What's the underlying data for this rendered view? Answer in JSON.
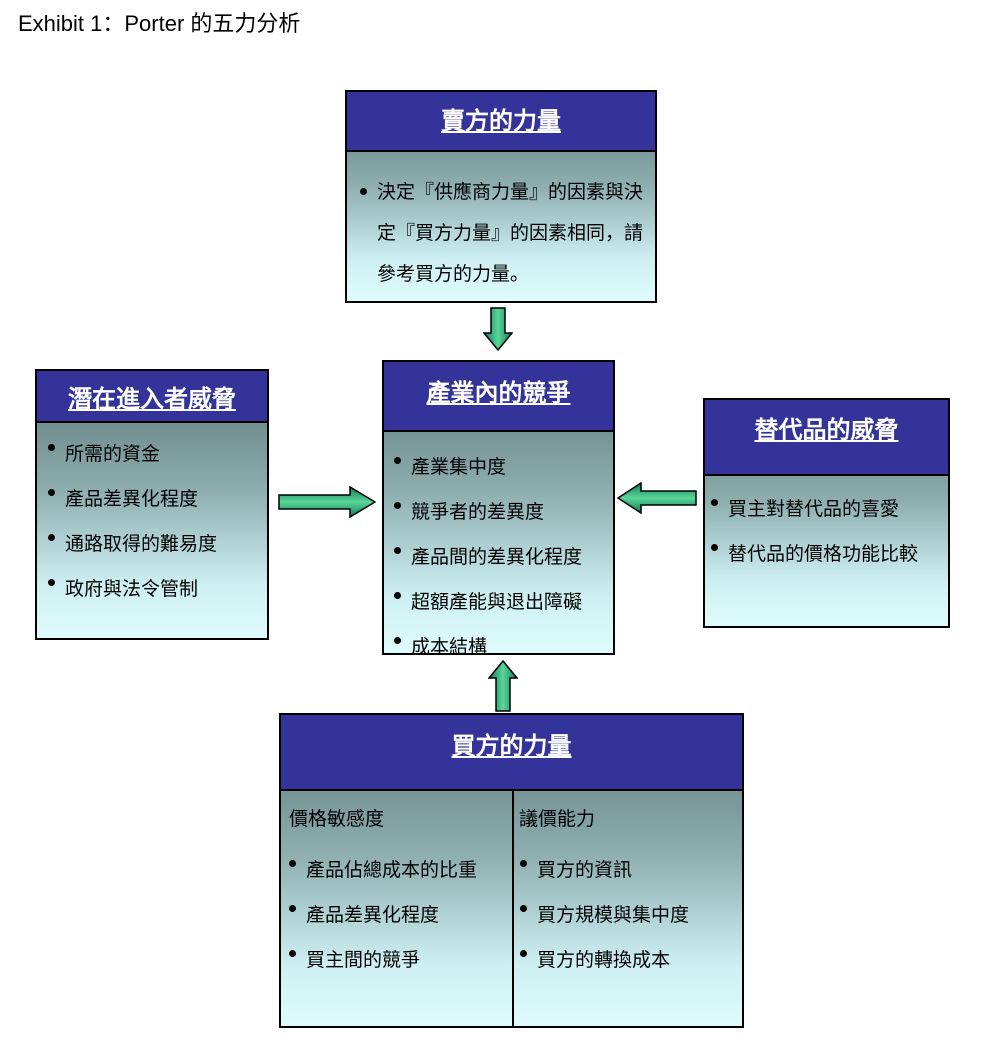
{
  "title": "Exhibit 1：Porter 的五力分析",
  "supplier": {
    "header": "賣方的力量",
    "text_lines": [
      "決定『供應商力量』的因素與決",
      "定『買方力量』的因素相同，請",
      "參考買方的力量。"
    ]
  },
  "rivalry": {
    "header": "產業內的競爭",
    "items": [
      "產業集中度",
      "競爭者的差異度",
      "產品間的差異化程度",
      "超額產能與退出障礙",
      "成本結構"
    ]
  },
  "entrants": {
    "header": "潛在進入者威脅",
    "items": [
      "所需的資金",
      "產品差異化程度",
      "通路取得的難易度",
      "政府與法令管制"
    ]
  },
  "substitutes": {
    "header": "替代品的威脅",
    "items": [
      "買主對替代品的喜愛",
      "替代品的價格功能比較"
    ]
  },
  "buyer": {
    "header": "買方的力量",
    "left": {
      "heading": "價格敏感度",
      "items": [
        "產品佔總成本的比重",
        "產品差異化程度",
        "買主間的競爭"
      ]
    },
    "right": {
      "heading": "議價能力",
      "items": [
        "買方的資訊",
        "買方規模與集中度",
        "買方的轉換成本"
      ]
    }
  },
  "colors": {
    "header": "#333399",
    "arrow": "#0f7a55",
    "arrow_light": "#5ad69a"
  }
}
